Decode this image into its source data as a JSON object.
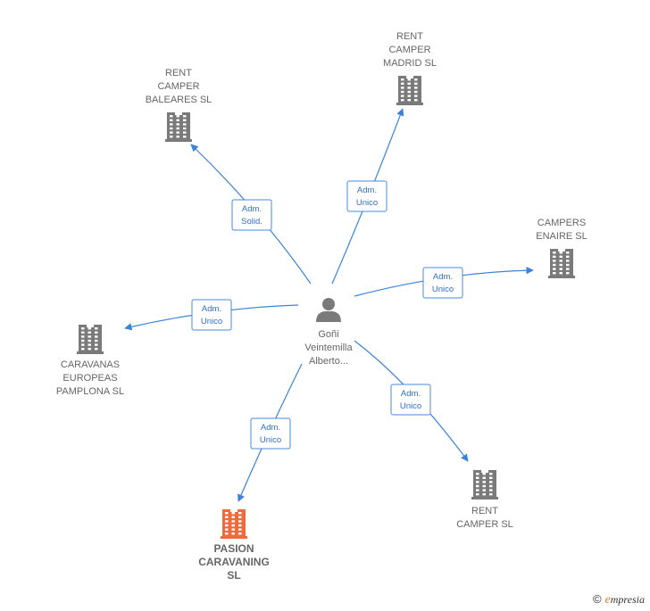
{
  "center": {
    "name_lines": [
      "Goñi",
      "Veintemilla",
      "Alberto..."
    ],
    "icon": "person-icon"
  },
  "colors": {
    "company": "#7a7a7a",
    "highlight": "#f26a3a",
    "edge": "#3b82d8",
    "role_text": "#2f6fcf"
  },
  "companies": [
    {
      "id": "rent-camper-baleares",
      "lines": [
        "RENT",
        "CAMPER",
        "BALEARES  SL"
      ],
      "highlight": false
    },
    {
      "id": "rent-camper-madrid",
      "lines": [
        "RENT",
        "CAMPER",
        "MADRID  SL"
      ],
      "highlight": false
    },
    {
      "id": "campers-enaire",
      "lines": [
        "CAMPERS",
        "ENAIRE  SL"
      ],
      "highlight": false
    },
    {
      "id": "caravanas-europeas-pamplona",
      "lines": [
        "CARAVANAS",
        "EUROPEAS",
        "PAMPLONA SL"
      ],
      "highlight": false
    },
    {
      "id": "rent-camper",
      "lines": [
        "RENT",
        "CAMPER  SL"
      ],
      "highlight": false
    },
    {
      "id": "pasion-caravaning",
      "lines": [
        "PASION",
        "CARAVANING",
        "SL"
      ],
      "highlight": true
    }
  ],
  "relations": [
    {
      "to": "rent-camper-baleares",
      "role": [
        "Adm.",
        "Solid."
      ]
    },
    {
      "to": "rent-camper-madrid",
      "role": [
        "Adm.",
        "Unico"
      ]
    },
    {
      "to": "campers-enaire",
      "role": [
        "Adm.",
        "Unico"
      ]
    },
    {
      "to": "caravanas-europeas-pamplona",
      "role": [
        "Adm.",
        "Unico"
      ]
    },
    {
      "to": "rent-camper",
      "role": [
        "Adm.",
        "Unico"
      ]
    },
    {
      "to": "pasion-caravaning",
      "role": [
        "Adm.",
        "Unico"
      ]
    }
  ],
  "footer": {
    "symbol": "©",
    "brand_initial": "e",
    "brand_rest": "mpresia"
  }
}
